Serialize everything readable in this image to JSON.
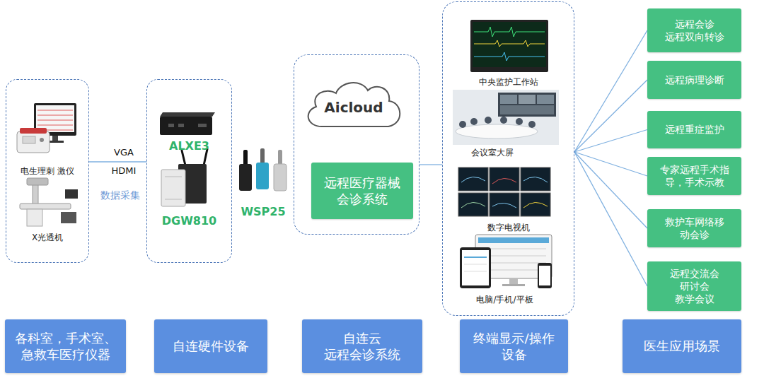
{
  "diagram": {
    "nodes": [
      {
        "text": [
          "电生理刺 激仪",
          "X光透机"
        ]
      },
      {
        "text": [
          "ALXE3",
          "DGW810"
        ]
      },
      {
        "text": []
      },
      {
        "text": [
          "Aicloud"
        ],
        "in": 2
      },
      {
        "text": [
          "远程医疗器械 会诊系统"
        ],
        "in": 2
      },
      {
        "text": [
          "中央监护工作站",
          "会议室大屏",
          "数字电视机",
          "电脑/手机/平板"
        ]
      },
      {
        "text": [
          "远程会诊 远程双向转诊"
        ]
      },
      {
        "text": [
          "远程病理诊断"
        ]
      },
      {
        "text": [
          "远程重症监护"
        ]
      },
      {
        "text": [
          "专家远程手术指 导，手术示教"
        ]
      },
      {
        "text": [
          "救护车网络移 动会诊"
        ]
      },
      {
        "text": [
          "远程交流会 研讨会 教学会议"
        ]
      },
      {
        "text": [
          "各科室，手术室、 急救车医疗仪器"
        ]
      },
      {
        "text": [
          "自连硬件设备"
        ]
      },
      {
        "text": [
          "自连云 远程会诊系统"
        ]
      },
      {
        "text": [
          "终端显示/操作 设备"
        ]
      },
      {
        "text": [
          "医生应用场景"
        ]
      }
    ],
    "edges": [
      {
        "from": 0,
        "to": 1,
        "arrow": "none"
      },
      {
        "from": 2,
        "to": 5,
        "arrow": "none"
      },
      {
        "from": 5,
        "to": 6,
        "arrow": "none"
      },
      {
        "from": 5,
        "to": 7,
        "arrow": "none"
      },
      {
        "from": 5,
        "to": 8,
        "arrow": "none"
      },
      {
        "from": 5,
        "to": 9,
        "arrow": "none"
      },
      {
        "from": 5,
        "to": 10,
        "arrow": "none"
      },
      {
        "from": 5,
        "to": 11,
        "arrow": "none"
      }
    ],
    "labels": [
      "VGA",
      "HDMI",
      "数据采集",
      "WSP25"
    ]
  }
}
